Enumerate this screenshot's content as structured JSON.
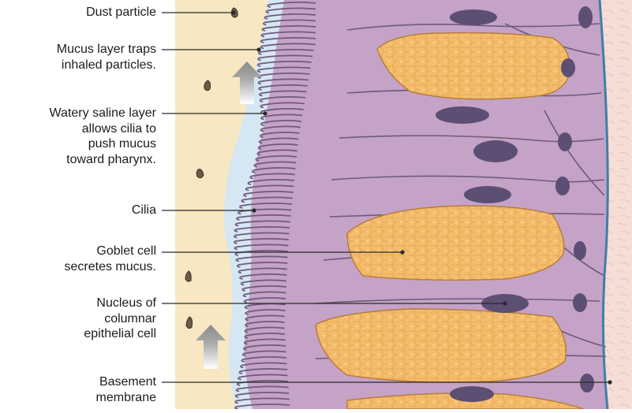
{
  "labels": {
    "dust": {
      "lines": [
        "Dust particle"
      ]
    },
    "mucus": {
      "lines": [
        "Mucus layer traps",
        "inhaled particles."
      ]
    },
    "saline": {
      "lines": [
        "Watery saline layer",
        "allows cilia to",
        "push mucus",
        "toward pharynx."
      ]
    },
    "cilia": {
      "lines": [
        "Cilia"
      ]
    },
    "goblet": {
      "lines": [
        "Goblet cell",
        "secretes mucus."
      ]
    },
    "nucleus": {
      "lines": [
        "Nucleus of",
        "columnar",
        "epithelial cell"
      ]
    },
    "basement": {
      "lines": [
        "Basement",
        "membrane"
      ]
    }
  },
  "colors": {
    "mucus": "#f7e7c2",
    "saline": "#d5e7f3",
    "cell": "#c4a3c7",
    "cell_outline": "#6f5a7c",
    "goblet": "#f3bd6c",
    "nucleus": "#5d4e74",
    "basement": "#3f7fa8",
    "connective": "#f6ddd6",
    "arrow": "#8a8a8a",
    "leader": "#2a2a2a"
  }
}
